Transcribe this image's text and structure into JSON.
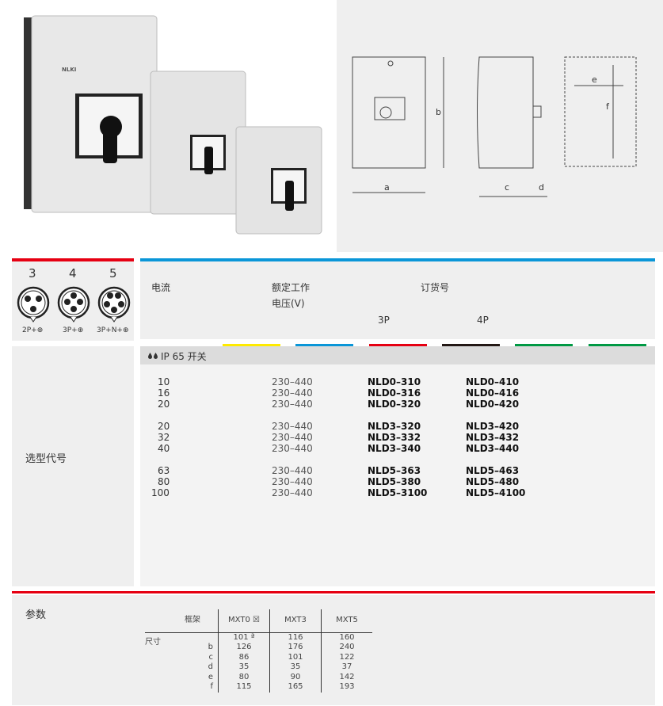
{
  "photo": {
    "brand": "NLKI"
  },
  "diagram": {
    "labels": [
      "a",
      "b",
      "c",
      "d",
      "e",
      "f"
    ]
  },
  "connectors": [
    {
      "num": "3",
      "label": "2P+⊕"
    },
    {
      "num": "4",
      "label": "3P+⊕"
    },
    {
      "num": "5",
      "label": "3P+N+⊕"
    }
  ],
  "header": {
    "current": "电流",
    "voltage1": "额定工作",
    "voltage2": "电压(V)",
    "order": "订货号",
    "p3": "3P",
    "p4": "4P"
  },
  "color_bars": [
    "#ffea00",
    "#0a96d8",
    "#e60012",
    "#231815",
    "#009944",
    "#009944"
  ],
  "section": {
    "icon": "water-drops-icon",
    "title": "IP 65 开关"
  },
  "side_label": "选型代号",
  "rows": [
    {
      "a": "10",
      "v": "230–440",
      "p3": "NLD0–310",
      "p4": "NLD0–410"
    },
    {
      "a": "16",
      "v": "230–440",
      "p3": "NLD0–316",
      "p4": "NLD0–416"
    },
    {
      "a": "20",
      "v": "230–440",
      "p3": "NLD0–320",
      "p4": "NLD0–420"
    },
    {
      "a": "20",
      "v": "230–440",
      "p3": "NLD3–320",
      "p4": "NLD3–420"
    },
    {
      "a": "32",
      "v": "230–440",
      "p3": "NLD3–332",
      "p4": "NLD3–432"
    },
    {
      "a": "40",
      "v": "230–440",
      "p3": "NLD3–340",
      "p4": "NLD3–440"
    },
    {
      "a": "63",
      "v": "230–440",
      "p3": "NLD5–363",
      "p4": "NLD5–463"
    },
    {
      "a": "80",
      "v": "230–440",
      "p3": "NLD5–380",
      "p4": "NLD5–480"
    },
    {
      "a": "100",
      "v": "230–440",
      "p3": "NLD5–3100",
      "p4": "NLD5–4100"
    }
  ],
  "params": {
    "title": "参数",
    "frame": "框架",
    "cols": [
      "MXT0 ☒",
      "MXT3",
      "MXT5"
    ],
    "size": "尺寸",
    "rows": [
      {
        "k": "",
        "v": [
          "101 ª",
          "116",
          "160"
        ]
      },
      {
        "k": "b",
        "v": [
          "126",
          "176",
          "240"
        ]
      },
      {
        "k": "c",
        "v": [
          "86",
          "101",
          "122"
        ]
      },
      {
        "k": "d",
        "v": [
          "35",
          "35",
          "37"
        ]
      },
      {
        "k": "e",
        "v": [
          "80",
          "90",
          "142"
        ]
      },
      {
        "k": "f",
        "v": [
          "115",
          "165",
          "193"
        ]
      }
    ]
  }
}
